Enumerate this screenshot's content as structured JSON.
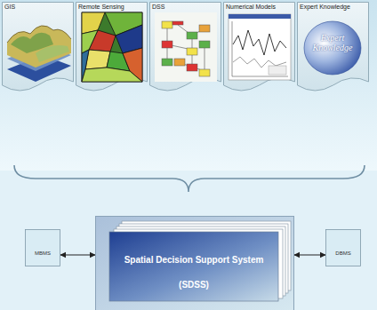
{
  "diagram": {
    "nodes": [
      {
        "text": [
          "GIS"
        ]
      },
      {
        "text": [
          "Remote Sensing"
        ]
      },
      {
        "text": [
          "DSS"
        ]
      },
      {
        "text": [
          "Numerical Models"
        ]
      },
      {
        "text": [
          "Expert Knowledge",
          "Expert Knowledge"
        ]
      },
      {
        "text": [
          "Spatial Decision Support System",
          "(SDSS)"
        ]
      },
      {
        "text": [
          "MBMS"
        ]
      },
      {
        "text": [
          "DBMS"
        ]
      }
    ],
    "edges": [
      {
        "from": 6,
        "to": 5,
        "arrow": "both"
      },
      {
        "from": 5,
        "to": 7,
        "arrow": "both"
      }
    ]
  }
}
